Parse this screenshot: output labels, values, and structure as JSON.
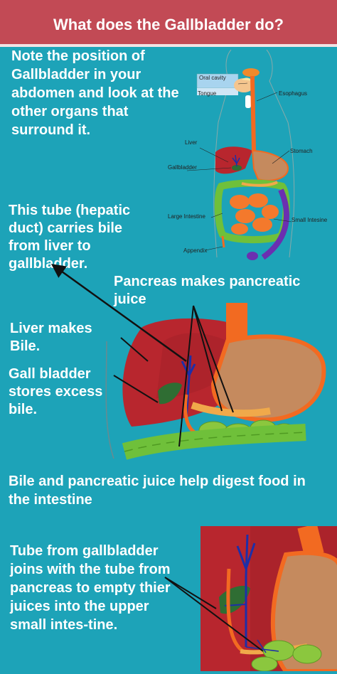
{
  "header": {
    "title": "What does the Gallbladder do?"
  },
  "intro_text": "Note the position of Gallbladder in your abdomen and look at the other organs that surround it.",
  "anatomy_labels": {
    "oral_cavity": "Oral cavity",
    "tongue": "Tongue",
    "esophagus": "Esophagus",
    "liver": "Liver",
    "stomach": "Stomach",
    "gallbladder": "Gallbladder",
    "large_intestine": "Large Intestine",
    "small_intestine": "Small Intesine",
    "appendix": "Appendix"
  },
  "callouts": {
    "hepatic_duct": "This tube (hepatic duct) carries bile from liver to gallbladder.",
    "pancreas": "Pancreas makes pancreatic juice",
    "liver": "Liver makes Bile.",
    "gallbladder": "Gall bladder stores excess bile."
  },
  "digest_text": "Bile and pancreatic juice help digest food in the intestine",
  "tube_text": "Tube from gallbladder joins with the tube from pancreas to empty thier juices into the upper small intes-tine."
}
